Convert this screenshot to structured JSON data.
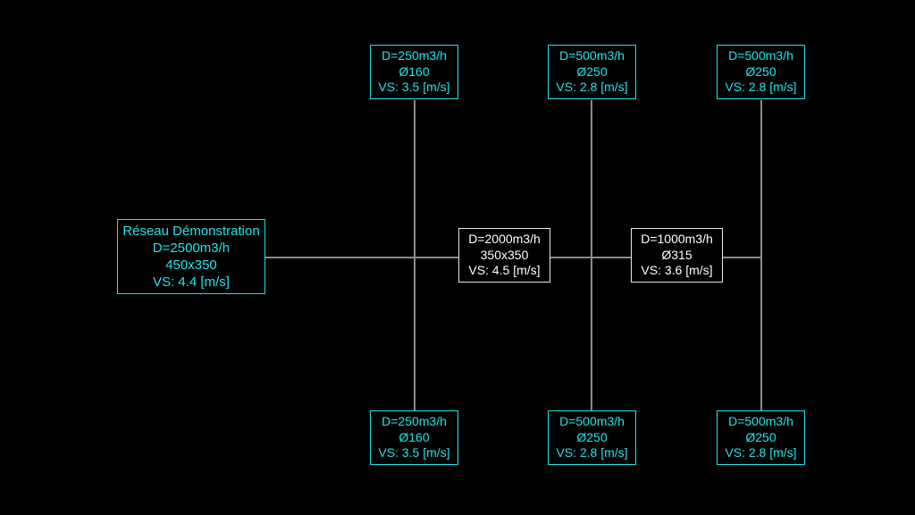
{
  "diagram": {
    "type": "hvac-duct-network",
    "background_color": "#000000",
    "branch_color": "#22e4ec",
    "trunk_color": "#ffffff",
    "line_color": "#8a8a8a",
    "source": {
      "title": "Réseau Démonstration",
      "flow": "D=2500m3/h",
      "size": "450x350",
      "velocity": "VS: 4.4 [m/s]"
    },
    "trunk_segments": [
      {
        "id": "trunk-1",
        "flow": "D=2000m3/h",
        "size": "350x350",
        "velocity": "VS: 4.5 [m/s]"
      },
      {
        "id": "trunk-2",
        "flow": "D=1000m3/h",
        "size": "Ø315",
        "velocity": "VS: 3.6 [m/s]"
      }
    ],
    "branches_top": [
      {
        "id": "branch-top-1",
        "flow": "D=250m3/h",
        "size": "Ø160",
        "velocity": "VS: 3.5 [m/s]"
      },
      {
        "id": "branch-top-2",
        "flow": "D=500m3/h",
        "size": "Ø250",
        "velocity": "VS: 2.8 [m/s]"
      },
      {
        "id": "branch-top-3",
        "flow": "D=500m3/h",
        "size": "Ø250",
        "velocity": "VS: 2.8 [m/s]"
      }
    ],
    "branches_bottom": [
      {
        "id": "branch-bottom-1",
        "flow": "D=250m3/h",
        "size": "Ø160",
        "velocity": "VS: 3.5 [m/s]"
      },
      {
        "id": "branch-bottom-2",
        "flow": "D=500m3/h",
        "size": "Ø250",
        "velocity": "VS: 2.8 [m/s]"
      },
      {
        "id": "branch-bottom-3",
        "flow": "D=500m3/h",
        "size": "Ø250",
        "velocity": "VS: 2.8 [m/s]"
      }
    ]
  }
}
